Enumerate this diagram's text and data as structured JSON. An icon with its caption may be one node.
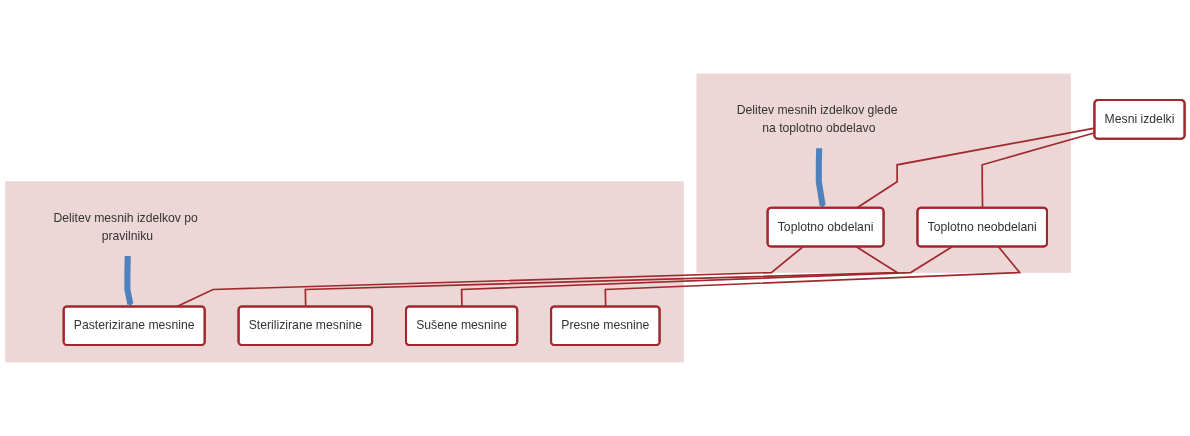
{
  "diagram": {
    "nodes": [
      {
        "text": [
          "Mesni izdelki"
        ]
      },
      {
        "text": [],
        "shape": "band"
      },
      {
        "text": [
          "Delitev mesnih izdelkov glede na toplotno obdelavo"
        ],
        "in": 1
      },
      {
        "text": [
          "Toplotno obdelani"
        ],
        "in": 1
      },
      {
        "text": [
          "Toplotno neobdelani"
        ],
        "in": 1
      },
      {
        "text": [],
        "shape": "band"
      },
      {
        "text": [
          "Delitev mesnih izdelkov po pravilniku"
        ],
        "in": 5
      },
      {
        "text": [
          "Pasterizirane mesnine"
        ],
        "in": 5
      },
      {
        "text": [
          "Sterilizirane mesnine"
        ],
        "in": 5
      },
      {
        "text": [
          "Sušene mesnine"
        ],
        "in": 5
      },
      {
        "text": [
          "Presne mesnine"
        ],
        "in": 5
      }
    ],
    "edges": [
      {
        "from": 0,
        "to": 3,
        "arrow": "none"
      },
      {
        "from": 0,
        "to": 4,
        "arrow": "none"
      },
      {
        "from": 3,
        "to": 7,
        "arrow": "none"
      },
      {
        "from": 3,
        "to": 8,
        "arrow": "none"
      },
      {
        "from": 4,
        "to": 9,
        "arrow": "none"
      },
      {
        "from": 4,
        "to": 10,
        "arrow": "none"
      },
      {
        "from": 2,
        "to": 3,
        "arrow": "to",
        "style": "thick",
        "color": "#4f81bd"
      },
      {
        "from": 6,
        "to": 7,
        "arrow": "to",
        "style": "thick",
        "color": "#4f81bd"
      }
    ]
  }
}
